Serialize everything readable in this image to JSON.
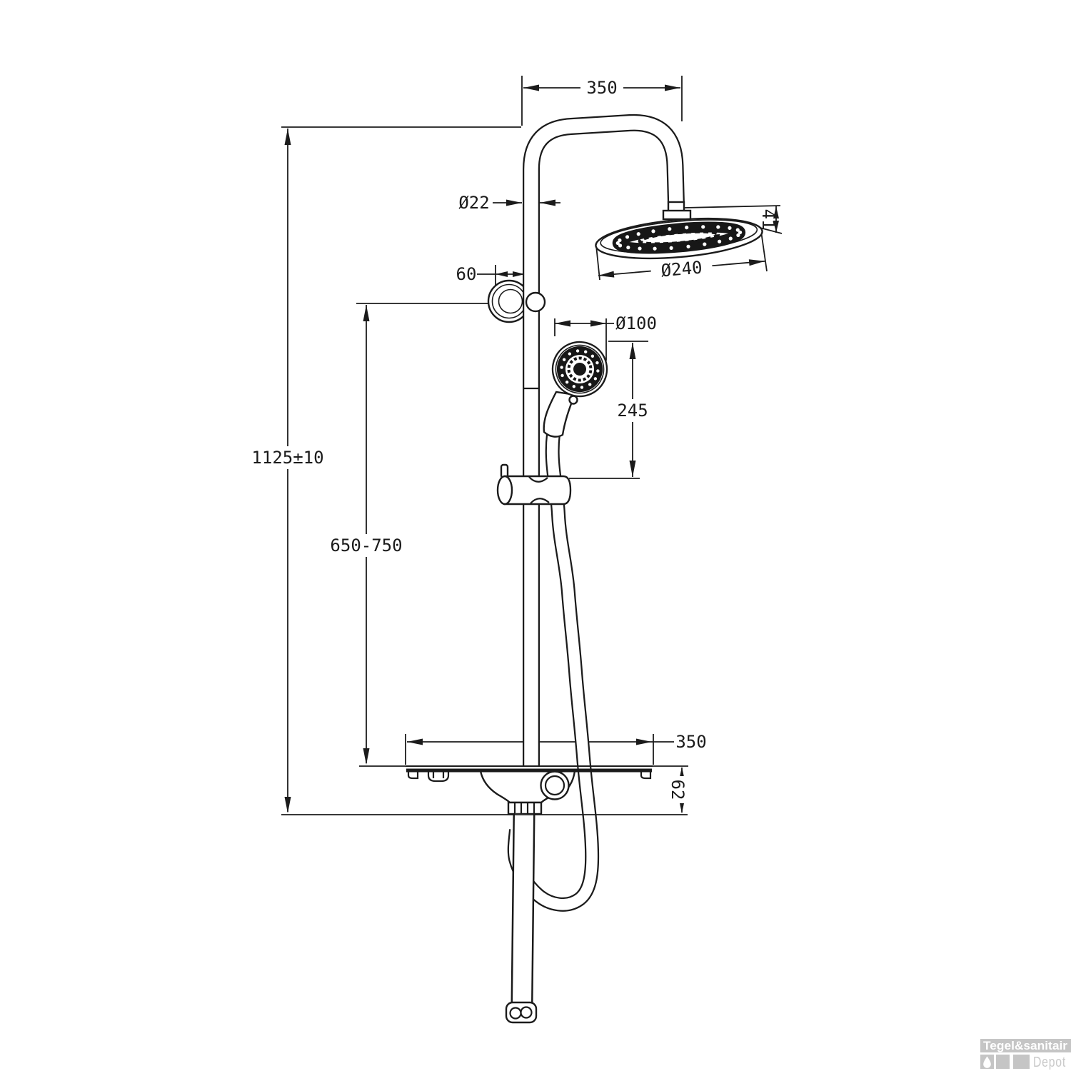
{
  "title": "shower-column-technical-drawing",
  "dimensions": {
    "arm_width": "350",
    "pipe_diameter": "Ø22",
    "wall_offset": "60",
    "rain_head_diameter": "Ø240",
    "rain_head_thickness": "41",
    "hand_shower_diameter": "Ø100",
    "hand_shower_drop": "245",
    "total_height": "1125±10",
    "rail_height_range": "650-750",
    "shelf_width": "350",
    "shelf_depth": "62"
  },
  "logo": {
    "brand_top": "Tegel&sanitair",
    "brand_bottom": "Depot"
  },
  "colors": {
    "line": "#1b1b1b",
    "logo_gray": "#c5c5c5",
    "logo_light_gray": "#c9c9c9",
    "background": "#ffffff"
  }
}
